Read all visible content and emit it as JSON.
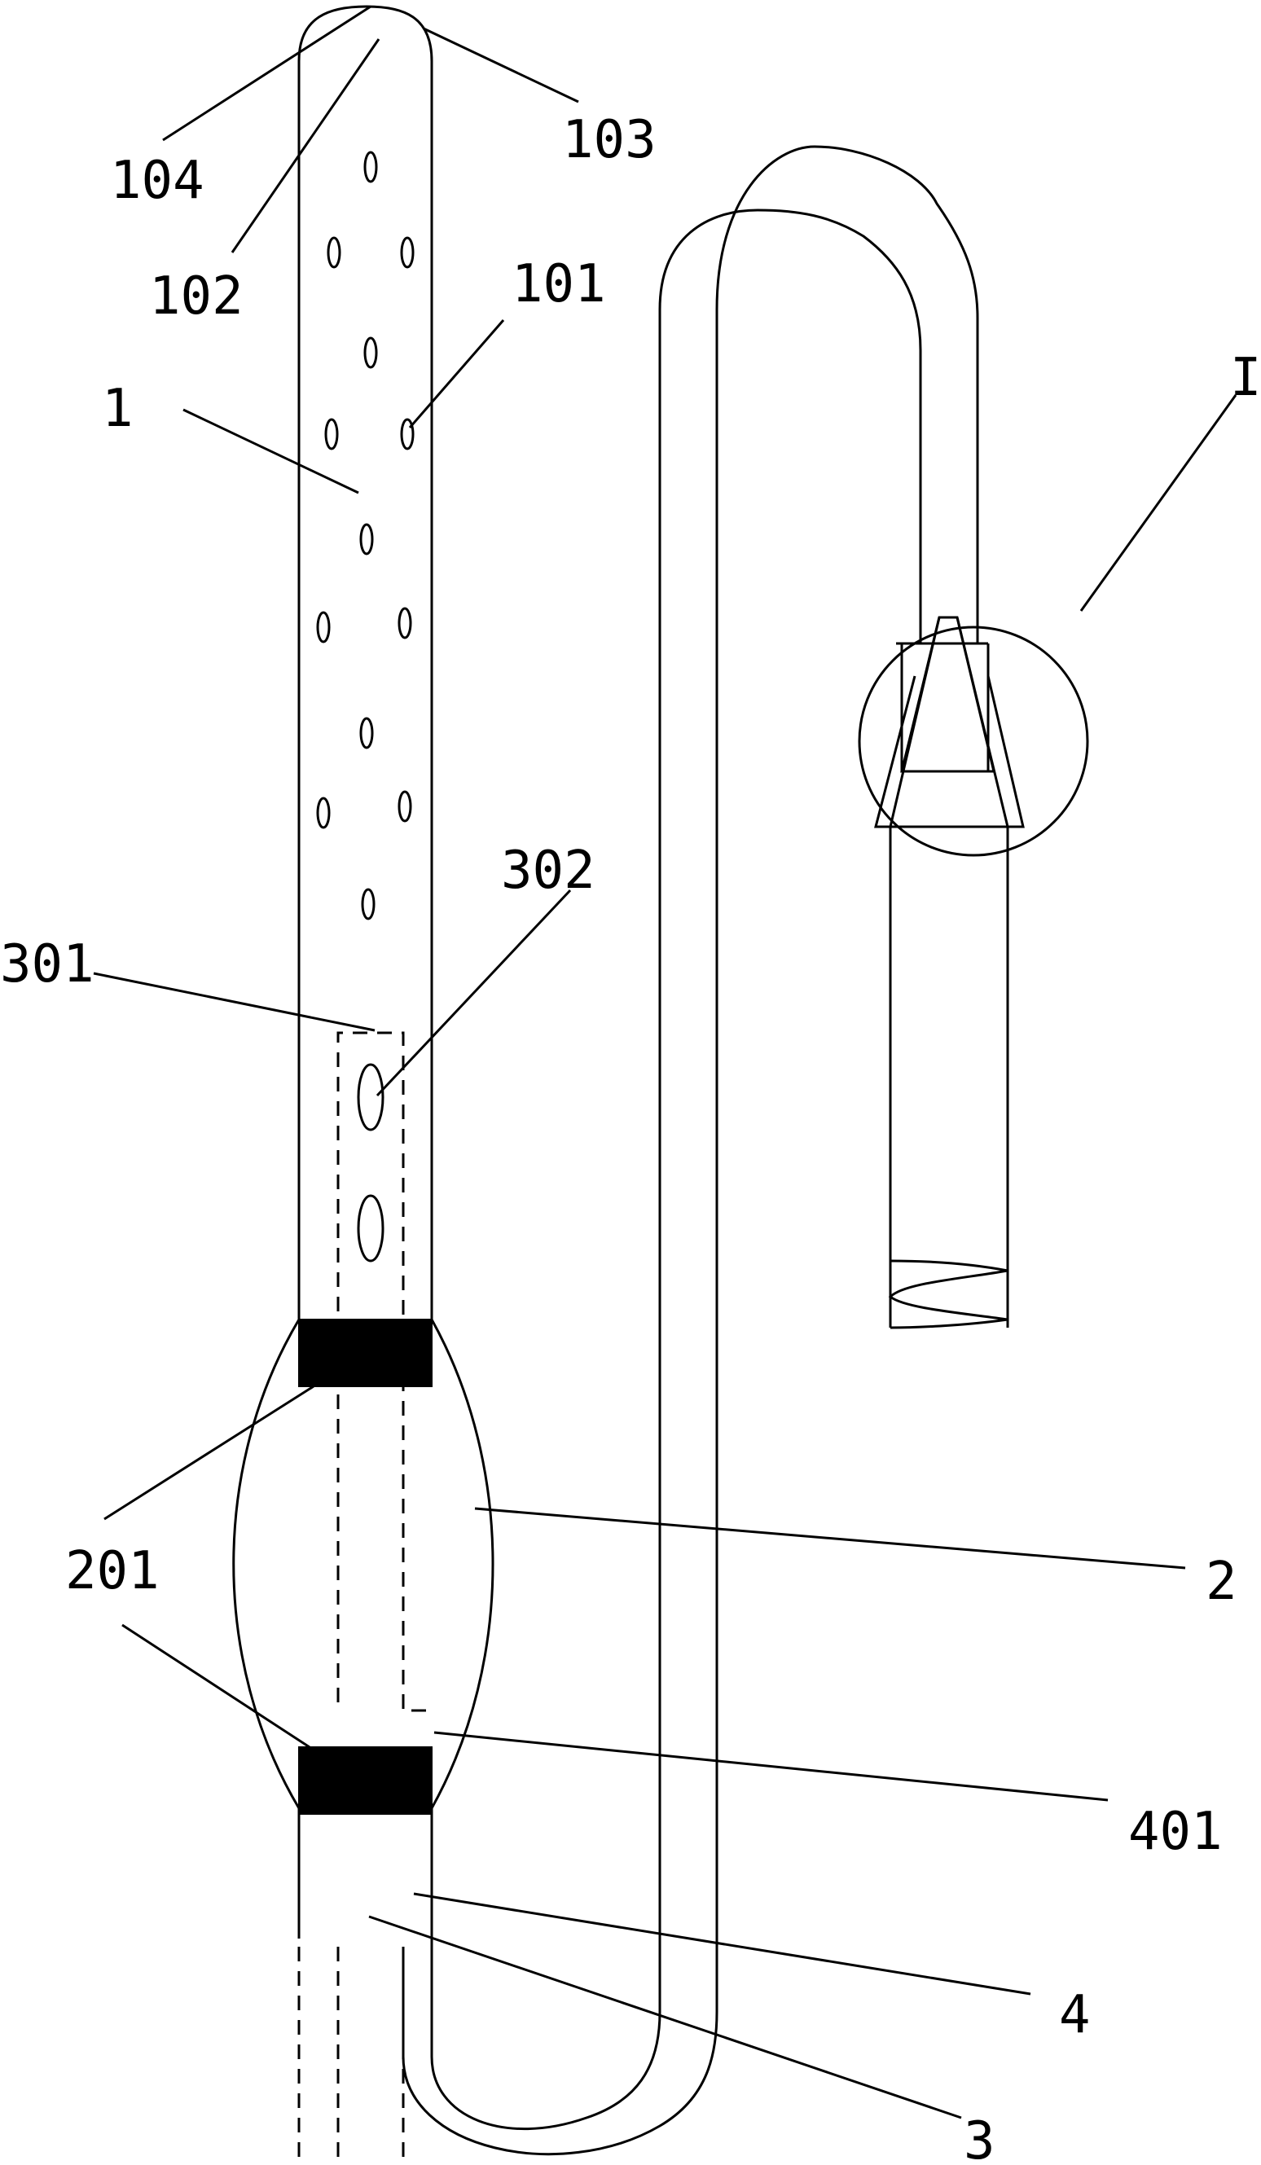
{
  "labels": {
    "l104": "104",
    "l103": "103",
    "l102": "102",
    "l101": "101",
    "l1": "1",
    "lI": "I",
    "l302": "302",
    "l301": "301",
    "l201": "201",
    "l2": "2",
    "l401": "401",
    "l4": "4",
    "l3": "3"
  }
}
